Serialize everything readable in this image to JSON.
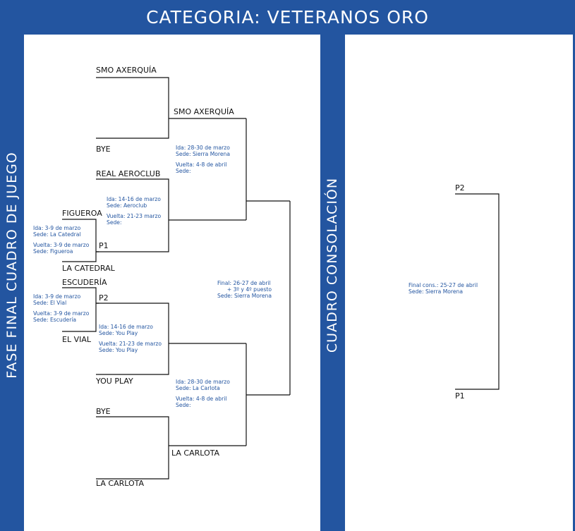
{
  "header": {
    "title": "CATEGORIA: VETERANOS ORO"
  },
  "side_labels": {
    "main": "FASE FINAL CUADRO DE JUEGO",
    "consolation": "CUADRO CONSOLACIÓN"
  },
  "teams": {
    "smo_axerquia_1": "SMO AXERQUÍA",
    "bye_1": "BYE",
    "smo_axerquia_2": "SMO AXERQUÍA",
    "real_aeroclub": "REAL AEROCLUB",
    "figueroa": "FIGUEROA",
    "p1_main": "P1",
    "la_catedral": "LA CATEDRAL",
    "escuderia": "ESCUDERÍA",
    "p2_main": "P2",
    "el_vial": "EL VIAL",
    "you_play": "YOU PLAY",
    "bye_2": "BYE",
    "la_carlota_2": "LA CARLOTA",
    "la_carlota_1": "LA CARLOTA",
    "p2_cons": "P2",
    "p1_cons": "P1"
  },
  "matches": {
    "figueroa_catedral": {
      "l1": "Ida: 3-9 de marzo",
      "l2": "Sede: La Catedral",
      "l3": "Vuelta:  3-9 de marzo",
      "l4": "Sede:  Figueroa"
    },
    "escuderia_vial": {
      "l1": "Ida: 3-9 de marzo",
      "l2": "Sede: El Vial",
      "l3": "Vuelta:  3-9 de marzo",
      "l4": "Sede:  Escudería"
    },
    "aeroclub_p1": {
      "l1": "Ida: 14-16 de marzo",
      "l2": "Sede: Aeroclub",
      "l3": "Vuelta:  21-23 marzo",
      "l4": "Sede:"
    },
    "p2_youplay": {
      "l1": "Ida: 14-16 de marzo",
      "l2": "Sede: You Play",
      "l3": "Vuelta:  21-23 de marzo",
      "l4": "Sede:  You Play"
    },
    "semi_top": {
      "l1": "Ida: 28-30 de marzo",
      "l2": "Sede: Sierra Morena",
      "l3": "Vuelta:  4-8 de abril",
      "l4": "Sede:"
    },
    "semi_bottom": {
      "l1": "Ida: 28-30 de marzo",
      "l2": "Sede: La Carlota",
      "l3": "Vuelta:  4-8 de abril",
      "l4": "Sede:"
    },
    "final": {
      "l1": "Final: 26-27 de abril",
      "l2": "+ 3º y 4º puesto",
      "l3": "Sede: Sierra Morena"
    },
    "consolation_final": {
      "l1": "Final cons.: 25-27 de abril",
      "l2": "Sede: Sierra Morena"
    }
  },
  "colors": {
    "brand_blue": "#2355a0",
    "line": "#111111",
    "background": "#ffffff"
  }
}
